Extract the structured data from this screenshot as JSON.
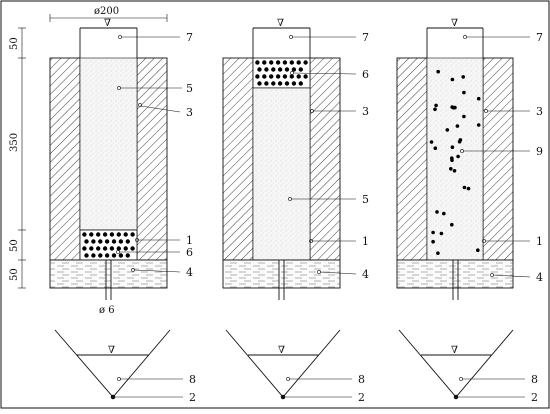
{
  "diagram": {
    "callout_numbers": {
      "n1": "1",
      "n2": "2",
      "n3": "3",
      "n4": "4",
      "n5": "5",
      "n6": "6",
      "n7": "7",
      "n8": "8",
      "n9": "9"
    },
    "dimensions": {
      "diameter_top": "ø200",
      "diameter_outlet": "ø 6",
      "height_freeboard": "50",
      "height_column": "350",
      "height_bottom_layer": "50",
      "height_base": "50"
    },
    "water_level_symbol": "∇",
    "columns": [
      {
        "id": "left",
        "layers": [
          "5",
          "6"
        ]
      },
      {
        "id": "middle",
        "layers": [
          "6",
          "5"
        ]
      },
      {
        "id": "right",
        "layers": [
          "9"
        ]
      }
    ]
  },
  "colors": {
    "line": "#111111",
    "fill_sand": "#f1f1f1",
    "fill_gravel_dot": "#000000"
  }
}
